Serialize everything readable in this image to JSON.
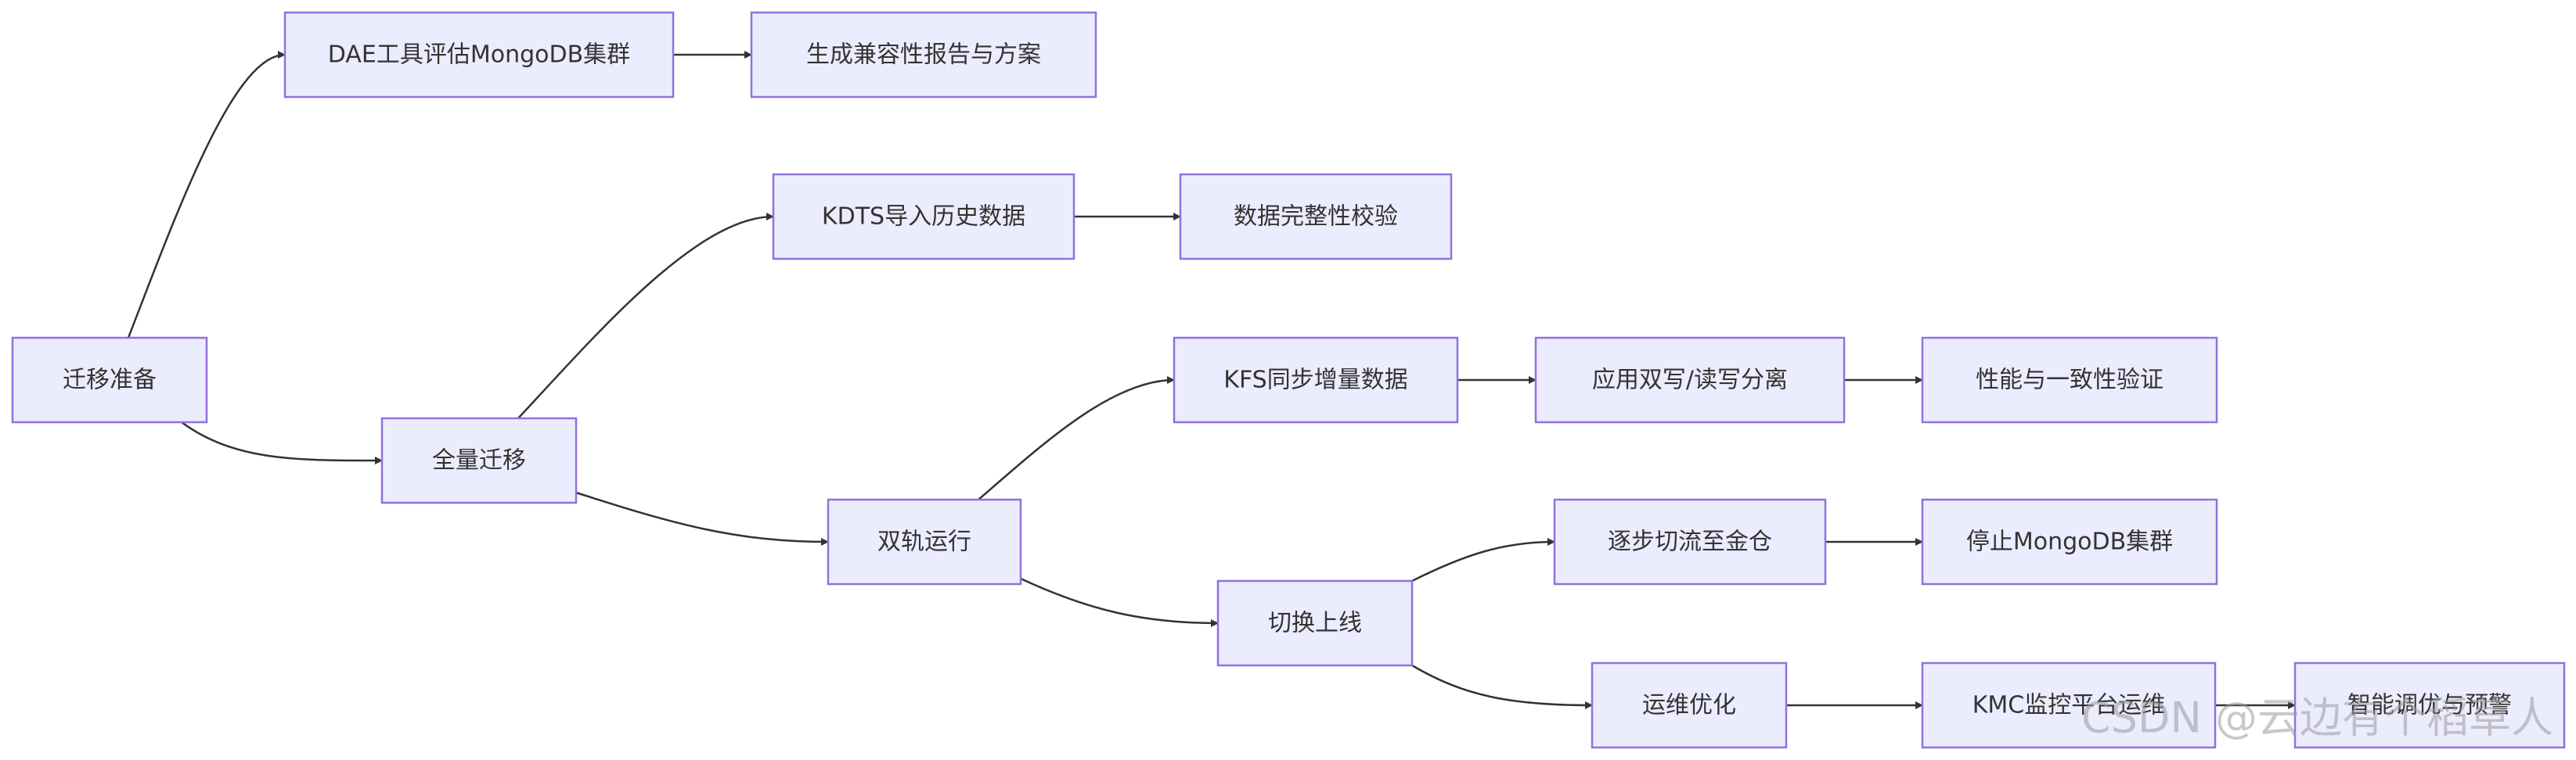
{
  "diagram": {
    "type": "flowchart",
    "colors": {
      "node_fill": "#ececff",
      "node_border": "#9370db",
      "edge": "#333333",
      "text": "#333333"
    },
    "nodes": [
      {
        "id": "prep",
        "label": "迁移准备"
      },
      {
        "id": "dae",
        "label": "DAE工具评估MongoDB集群"
      },
      {
        "id": "report",
        "label": "生成兼容性报告与方案"
      },
      {
        "id": "full",
        "label": "全量迁移"
      },
      {
        "id": "kdts",
        "label": "KDTS导入历史数据"
      },
      {
        "id": "verify",
        "label": "数据完整性校验"
      },
      {
        "id": "dual",
        "label": "双轨运行"
      },
      {
        "id": "kfs",
        "label": "KFS同步增量数据"
      },
      {
        "id": "rw",
        "label": "应用双写/读写分离"
      },
      {
        "id": "perf",
        "label": "性能与一致性验证"
      },
      {
        "id": "switch",
        "label": "切换上线"
      },
      {
        "id": "gradual",
        "label": "逐步切流至金仓"
      },
      {
        "id": "stop",
        "label": "停止MongoDB集群"
      },
      {
        "id": "ops",
        "label": "运维优化"
      },
      {
        "id": "kmc",
        "label": "KMC监控平台运维"
      },
      {
        "id": "tune",
        "label": "智能调优与预警"
      }
    ],
    "edges": [
      {
        "from": "prep",
        "to": "dae"
      },
      {
        "from": "dae",
        "to": "report"
      },
      {
        "from": "prep",
        "to": "full"
      },
      {
        "from": "full",
        "to": "kdts"
      },
      {
        "from": "kdts",
        "to": "verify"
      },
      {
        "from": "full",
        "to": "dual"
      },
      {
        "from": "dual",
        "to": "kfs"
      },
      {
        "from": "kfs",
        "to": "rw"
      },
      {
        "from": "rw",
        "to": "perf"
      },
      {
        "from": "dual",
        "to": "switch"
      },
      {
        "from": "switch",
        "to": "gradual"
      },
      {
        "from": "gradual",
        "to": "stop"
      },
      {
        "from": "switch",
        "to": "ops"
      },
      {
        "from": "ops",
        "to": "kmc"
      },
      {
        "from": "kmc",
        "to": "tune"
      }
    ]
  },
  "watermark": {
    "text": "CSDN @云边有个稻草人"
  }
}
